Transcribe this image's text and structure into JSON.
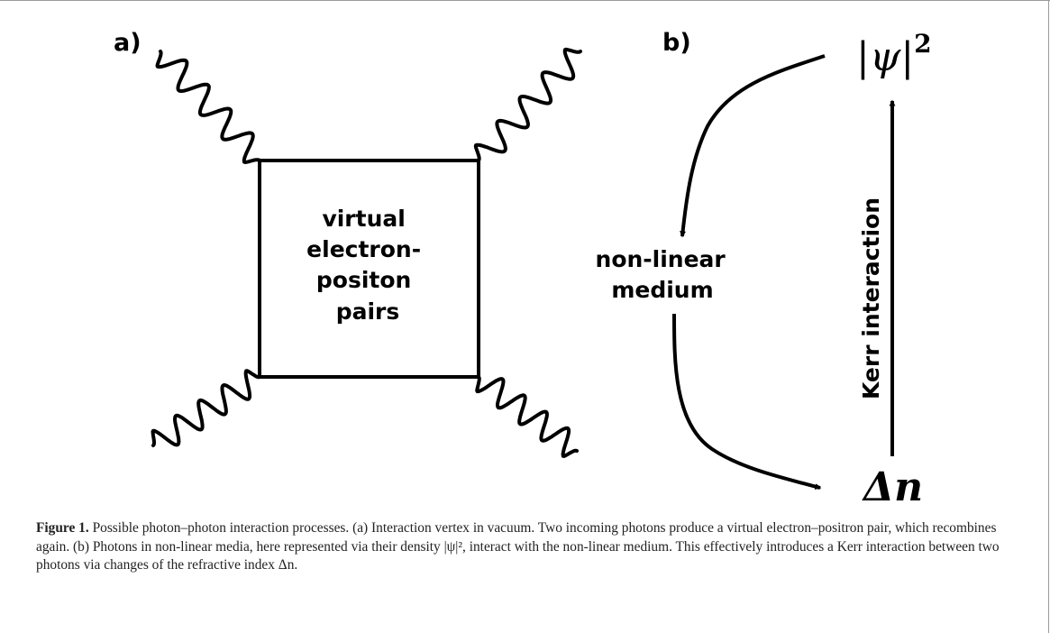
{
  "figure": {
    "panel_a": {
      "label": "a)",
      "box_lines": [
        "virtual",
        "electron-",
        "positon",
        "pairs"
      ]
    },
    "panel_b": {
      "label": "b)",
      "density_symbol": "|ψ|",
      "density_exponent": "2",
      "refractive_symbol": "Δn",
      "medium_lines": [
        "non-linear",
        "medium"
      ],
      "arrow_label": "Kerr interaction"
    }
  },
  "caption": {
    "label": "Figure 1.",
    "text": " Possible photon–photon interaction processes. (a) Interaction vertex in vacuum. Two incoming photons produce a virtual electron–positron pair, which recombines again. (b) Photons in non-linear media, here represented via their density |ψ|², interact with the non-linear medium. This effectively introduces a Kerr interaction between two photons via changes of the refractive index Δn."
  }
}
